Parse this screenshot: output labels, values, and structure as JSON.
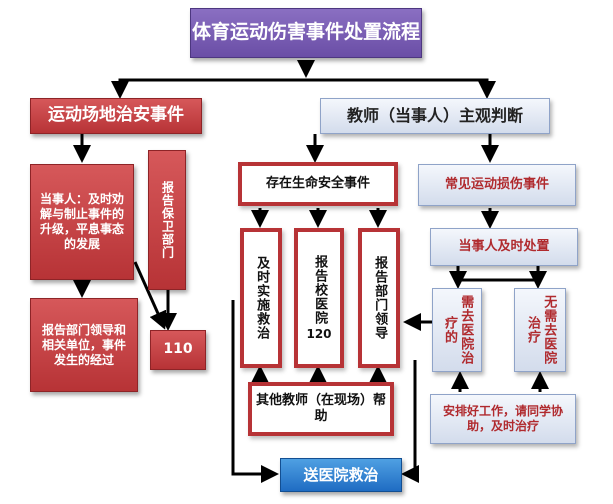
{
  "title": "体育运动伤害事件处置流程",
  "left_branch": {
    "header": "运动场地治安事件",
    "party_action": "当事人：及时劝解与制止事件的升级，平息事态的发展",
    "report_security": "报告保卫部门",
    "report_leaders": "报告部门领导和相关单位，事件发生的经过",
    "police": "110"
  },
  "right_branch": {
    "header": "教师（当事人）主观判断",
    "life_safety": "存在生命安全事件",
    "first_aid": "及时实施救治",
    "school_hospital": "报告校医院",
    "school_hospital_num": "120",
    "report_leader": "报告部门领导",
    "other_teachers": "其他教师（在现场）帮助",
    "common_injury": "常见运动损伤事件",
    "timely_handling": "当事人及时处置",
    "need_hospital": "需去医院治疗的",
    "no_hospital": "无需去医院治疗",
    "arrange_work": "安排好工作，请同学协助，及时治疗"
  },
  "send_hospital": "送医院救治",
  "colors": {
    "purple": "#6a4ea6",
    "red": "#b73336",
    "light_blue": "#d3dcec",
    "blue": "#1f6cc3",
    "arrow": "#000000"
  }
}
